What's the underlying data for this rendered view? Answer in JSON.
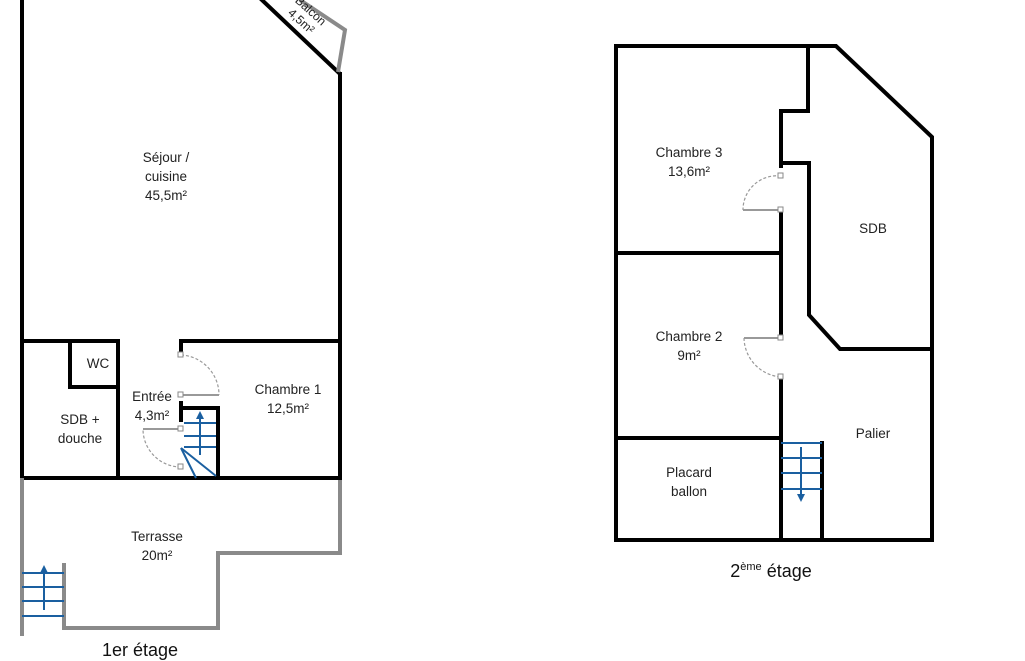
{
  "floor1": {
    "rooms": [
      {
        "name": "Balcon",
        "area": "4,5m²"
      },
      {
        "name": "Séjour /",
        "name2": "cuisine",
        "area": "45,5m²"
      },
      {
        "name": "WC"
      },
      {
        "name": "Entrée",
        "area": "4,3m²"
      },
      {
        "name": "Chambre 1",
        "area": "12,5m²"
      },
      {
        "name": "SDB +",
        "name2": "douche"
      },
      {
        "name": "Terrasse",
        "area": "20m²"
      }
    ],
    "label": "1er étage"
  },
  "floor2": {
    "rooms": [
      {
        "name": "Chambre 3",
        "area": "13,6m²"
      },
      {
        "name": "SDB"
      },
      {
        "name": "Chambre 2",
        "area": "9m²"
      },
      {
        "name": "Palier"
      },
      {
        "name": "Placard",
        "name2": "ballon"
      }
    ],
    "label_num": "2",
    "label_sup": "ème",
    "label_word": "étage"
  },
  "colors": {
    "wall": "#000000",
    "outdoor_wall": "#8a8a8a",
    "stairs": "#1a5fa0"
  }
}
